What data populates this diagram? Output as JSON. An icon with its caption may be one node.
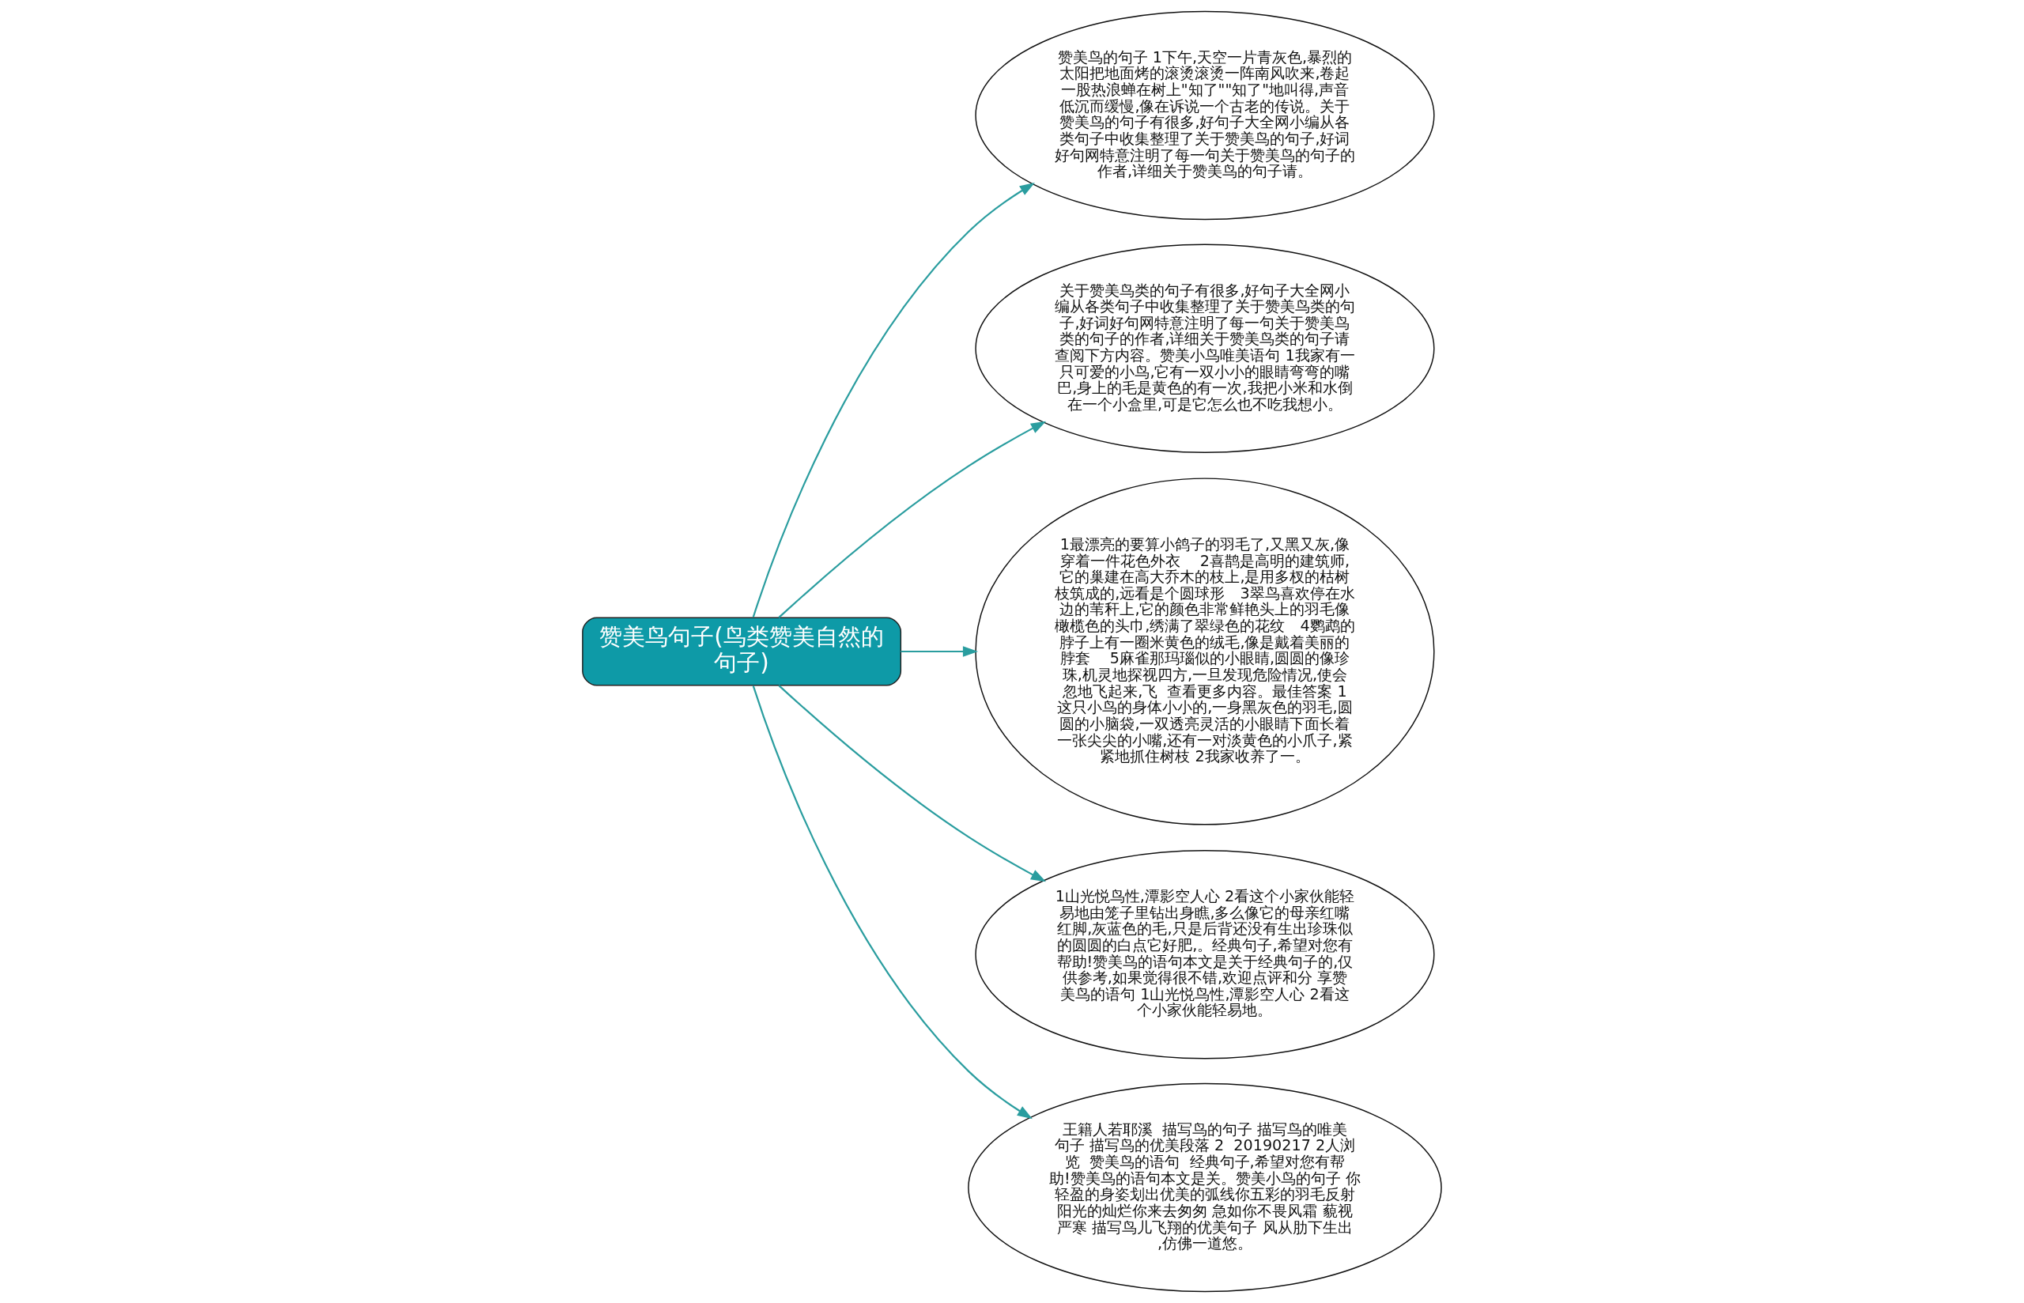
{
  "diagram": {
    "nodes": [
      {
        "text": [
          "赞美鸟句子(鸟类赞美自然的句子)"
        ]
      },
      {
        "text": [
          "赞美鸟的句子 1下午,天空一片青灰色,暴烈的太阳把地面烤的滚烫滚烫一阵南风吹来,卷起一股热浪蝉在树上\"知了\"\"知了\"地叫得,声音低沉而缓慢,像在诉说一个古老的传说。关于赞美鸟的句子有很多,好句子大全网小编从各类句子中收集整理了关于赞美鸟的句子,好词好句网特意注明了每一句关于赞美鸟的句子的作者,详细关于赞美鸟的句子请。"
        ]
      },
      {
        "text": [
          "关于赞美鸟类的句子有很多,好句子大全网小编从各类句子中收集整理了关于赞美鸟类的句子,好词好句网特意注明了每一句关于赞美鸟类的句子的作者,详细关于赞美鸟类的句子请查阅下方内容。赞美小鸟唯美语句 1我家有一只可爱的小鸟,它有一双小小的眼睛弯弯的嘴巴,身上的毛是黄色的有一次,我把小米和水倒在一个小盒里,可是它怎么也不吃我想小。"
        ]
      },
      {
        "text": [
          "1最漂亮的要算小鸽子的羽毛了,又黑又灰,像穿着一件花色外衣　 2喜鹊是高明的建筑师,它的巢建在高大乔木的枝上,是用多杈的枯树枝筑成的,远看是个圆球形　3翠鸟喜欢停在水边的苇秆上,它的颜色非常鲜艳头上的羽毛像橄榄色的头巾,绣满了翠绿色的花纹　4鹦鹉的脖子上有一圈米黄色的绒毛,像是戴着美丽的脖套　 5麻雀那玛瑙似的小眼睛,圆圆的像珍珠,机灵地探视四方,一旦发现危险情况,使会忽地飞起来,飞  查看更多内容。最佳答案 1这只小鸟的身体小小的,一身黑灰色的羽毛,圆圆的小脑袋,一双透亮灵活的小眼睛下面长着一张尖尖的小嘴,还有一对淡黄色的小爪子,紧紧地抓住树枝 2我家收养了一。"
        ]
      },
      {
        "text": [
          "1山光悦鸟性,潭影空人心 2看这个小家伙能轻易地由笼子里钻出身瞧,多么像它的母亲红嘴红脚,灰蓝色的毛,只是后背还没有生出珍珠似的圆圆的白点它好肥,。经典句子,希望对您有帮助!赞美鸟的语句本文是关于经典句子的,仅供参考,如果觉得很不错,欢迎点评和分 享赞美鸟的语句 1山光悦鸟性,潭影空人心 2看这个小家伙能轻易地。"
        ]
      },
      {
        "text": [
          "王籍人若耶溪  描写鸟的句子 描写鸟的唯美句子 描写鸟的优美段落 2  20190217 2人浏览  赞美鸟的语句  经典句子,希望对您有帮助!赞美鸟的语句本文是关。赞美小鸟的句子 你轻盈的身姿划出优美的弧线你五彩的羽毛反射阳光的灿烂你来去匆匆 急如你不畏风霜 藐视严寒 描写鸟儿飞翔的优美句子 风从肋下生出,仿佛一道悠。"
        ]
      }
    ],
    "edges": [
      {
        "from": 0,
        "to": 1,
        "arrow": "to"
      },
      {
        "from": 0,
        "to": 2,
        "arrow": "to"
      },
      {
        "from": 0,
        "to": 3,
        "arrow": "to"
      },
      {
        "from": 0,
        "to": 4,
        "arrow": "to"
      },
      {
        "from": 0,
        "to": 5,
        "arrow": "to"
      }
    ]
  }
}
